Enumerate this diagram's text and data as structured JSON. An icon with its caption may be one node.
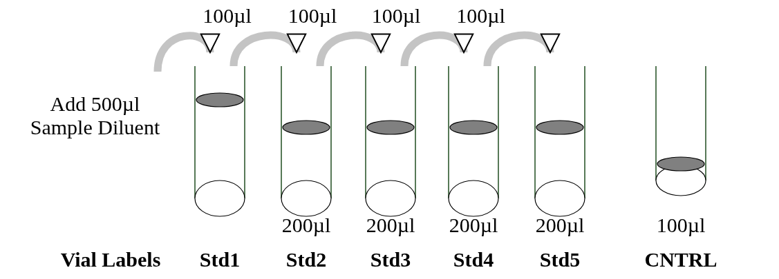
{
  "diagram": {
    "nodes": [
      {
        "text": [],
        "shape": "cylinder",
        "beside": [
          "Std1"
        ]
      },
      {
        "text": [],
        "shape": "cylinder",
        "beside": [
          "200µl",
          "Std2"
        ]
      },
      {
        "text": [],
        "shape": "cylinder",
        "beside": [
          "200µl",
          "Std3"
        ]
      },
      {
        "text": [],
        "shape": "cylinder",
        "beside": [
          "200µl",
          "Std4"
        ]
      },
      {
        "text": [],
        "shape": "cylinder",
        "beside": [
          "200µl",
          "Std5"
        ]
      },
      {
        "text": [],
        "shape": "cylinder",
        "beside": [
          "100µl",
          "CNTRL"
        ]
      }
    ],
    "edges": [
      {
        "from": null,
        "to": 0,
        "arrow": "to"
      },
      {
        "from": 0,
        "to": 1,
        "arrow": "to",
        "label": "100µl"
      },
      {
        "from": 1,
        "to": 2,
        "arrow": "to",
        "label": "100µl"
      },
      {
        "from": 2,
        "to": 3,
        "arrow": "to",
        "label": "100µl"
      },
      {
        "from": 3,
        "to": 4,
        "arrow": "to",
        "label": "100µl"
      }
    ],
    "labels": [
      "Add 500µl Sample Diluent",
      "Vial Labels"
    ]
  }
}
